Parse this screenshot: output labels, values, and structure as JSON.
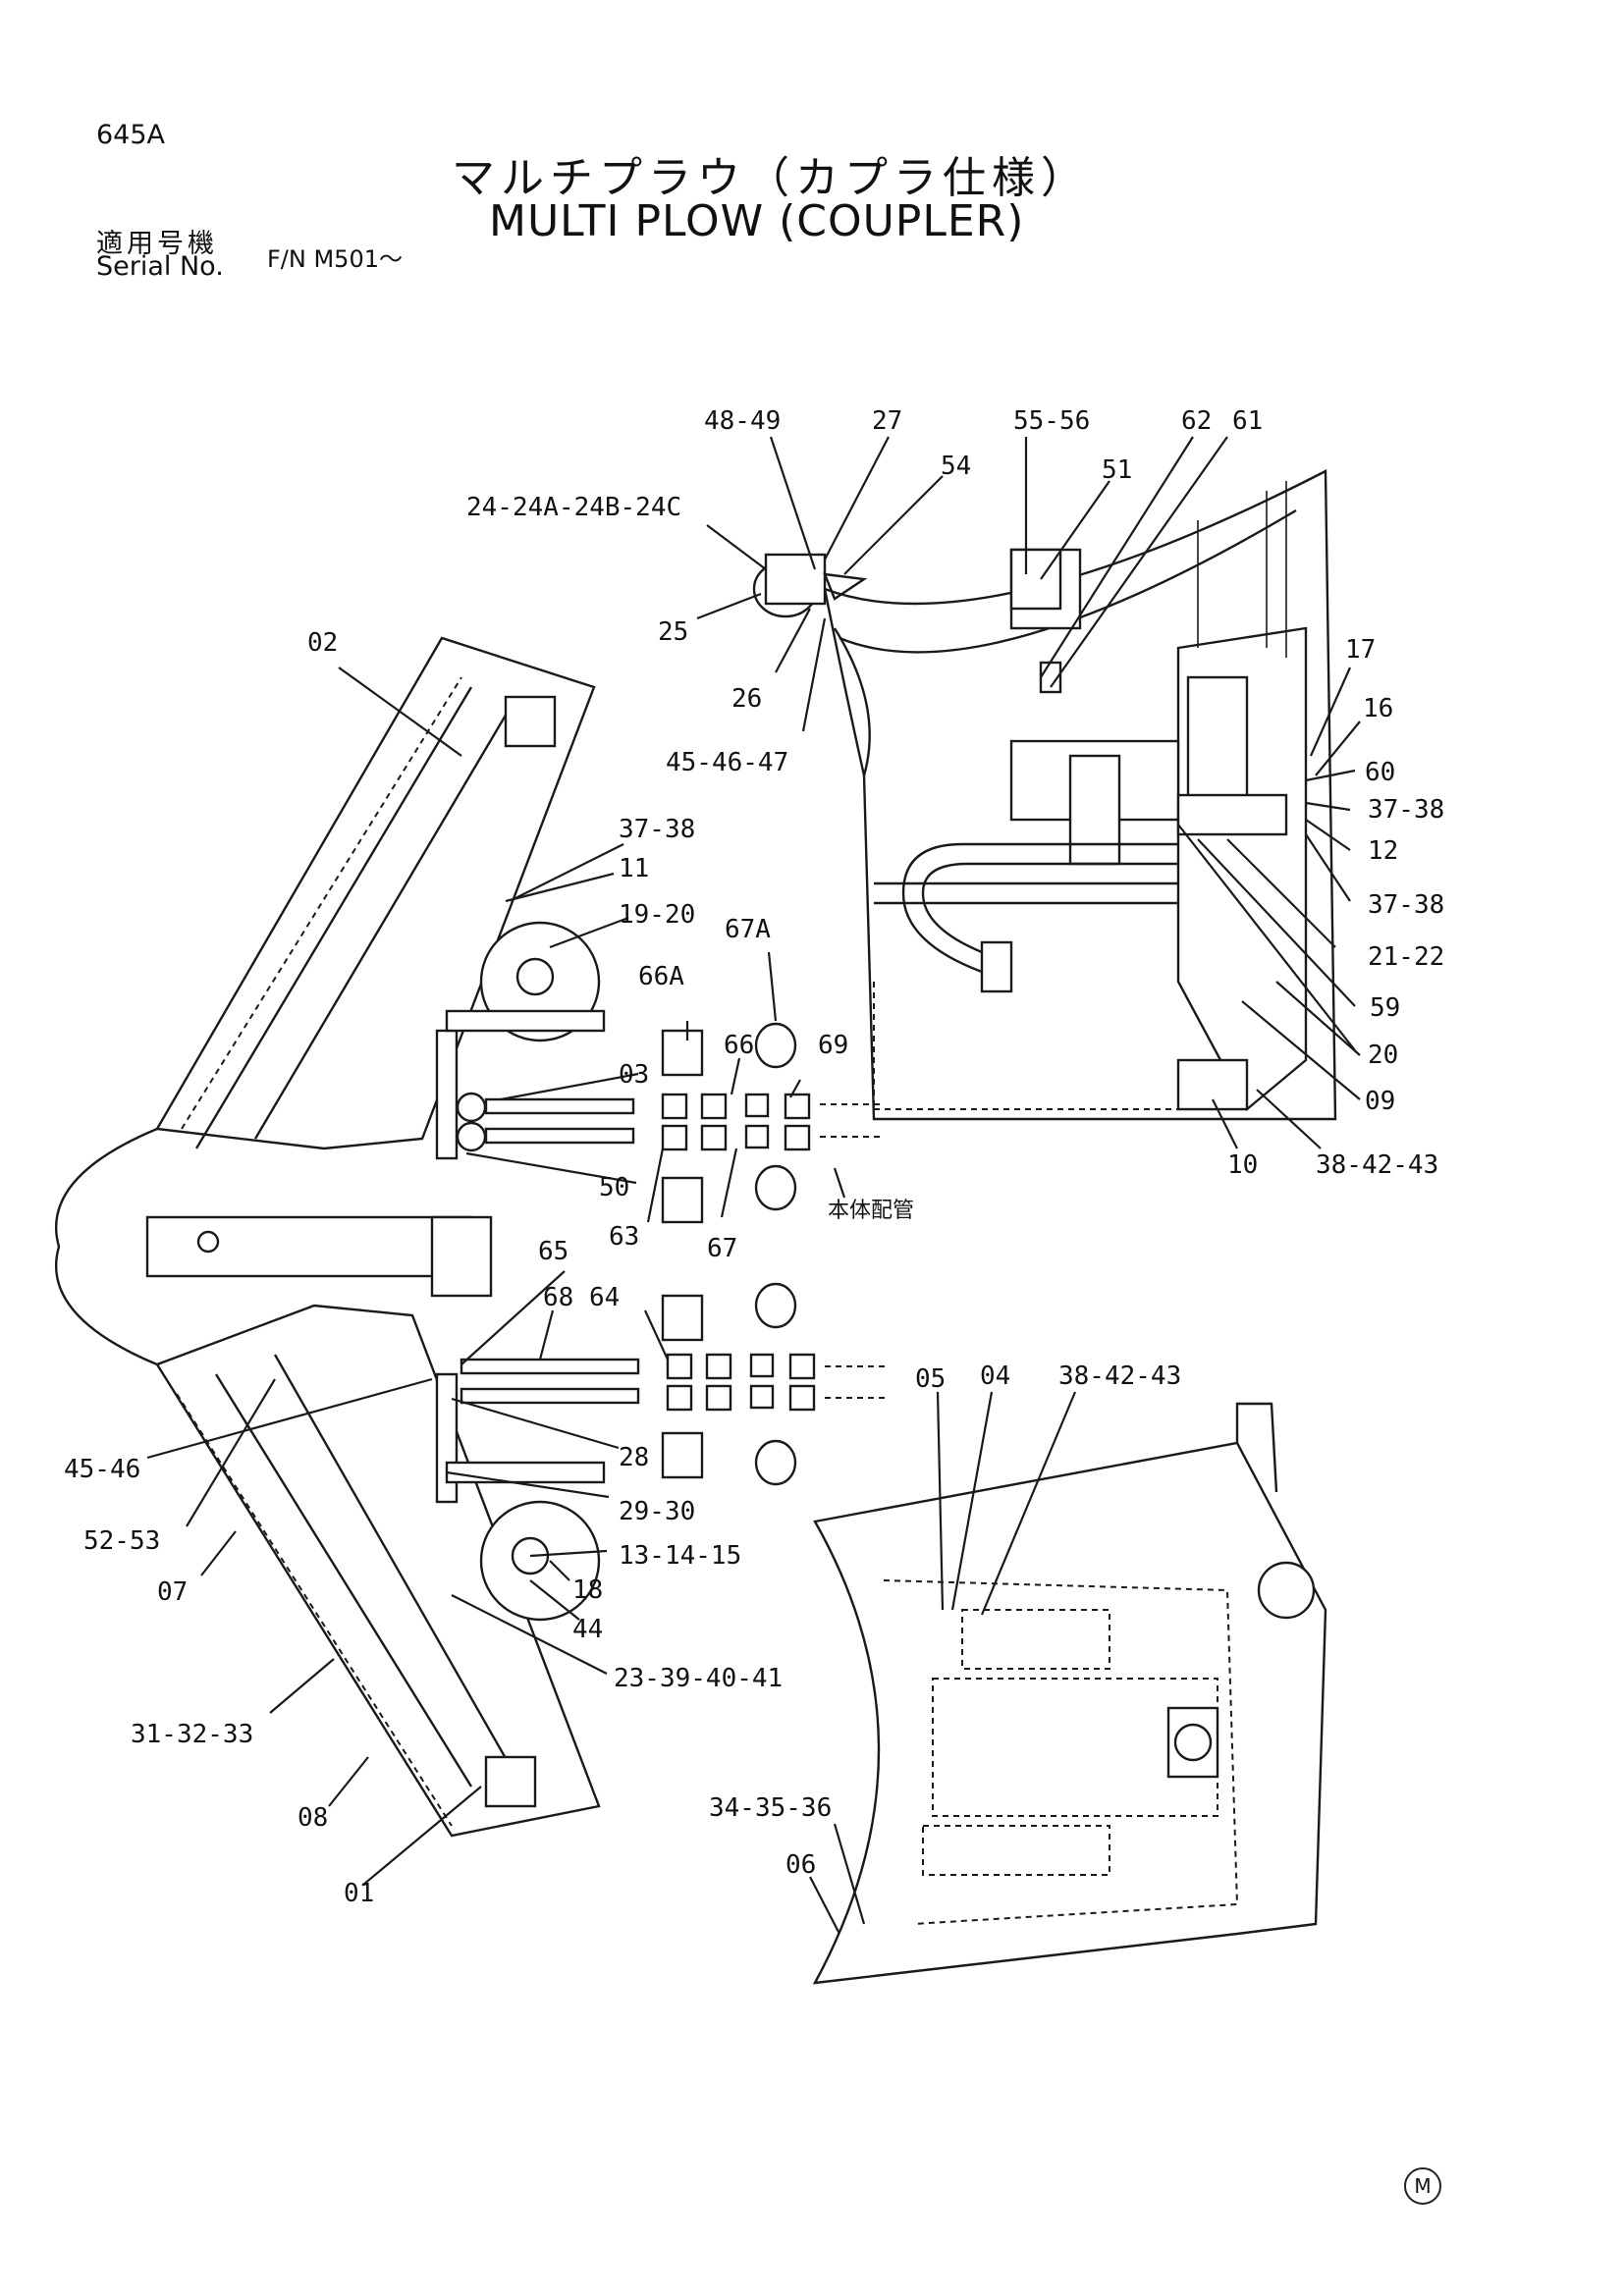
{
  "header": {
    "page_code": "645A",
    "title_jp": "マルチプラウ（カプラ仕様）",
    "title_en": "MULTI PLOW (COUPLER)",
    "serial_label_jp": "適用号機",
    "serial_label_en": "Serial No.",
    "serial_value": "F/N M501～"
  },
  "callouts": {
    "c02": "02",
    "c01": "01",
    "c03": "03",
    "c04": "04",
    "c05": "05",
    "c06": "06",
    "c07": "07",
    "c08": "08",
    "c09": "09",
    "c10": "10",
    "c11": "11",
    "c12": "12",
    "c16": "16",
    "c17": "17",
    "c18": "18",
    "c20": "20",
    "c25": "25",
    "c26": "26",
    "c27": "27",
    "c28": "28",
    "c44": "44",
    "c50": "50",
    "c51": "51",
    "c54": "54",
    "c59": "59",
    "c60": "60",
    "c61": "61",
    "c62": "62",
    "c63": "63",
    "c64": "64",
    "c65": "65",
    "c66": "66",
    "c66A": "66A",
    "c67": "67",
    "c67A": "67A",
    "c68": "68",
    "c69": "69",
    "c48_49": "48-49",
    "c55_56": "55-56",
    "c24_set": "24-24A-24B-24C",
    "c45_46_47": "45-46-47",
    "c37_38_a": "37-38",
    "c37_38_b": "37-38",
    "c37_38_c": "37-38",
    "c19_20": "19-20",
    "c21_22": "21-22",
    "c38_42_43_a": "38-42-43",
    "c38_42_43_b": "38-42-43",
    "c45_46": "45-46",
    "c52_53": "52-53",
    "c29_30": "29-30",
    "c13_14_15": "13-14-15",
    "c23_39_40_41": "23-39-40-41",
    "c31_32_33": "31-32-33",
    "c34_35_36": "34-35-36",
    "body_piping_jp": "本体配管"
  },
  "footer": {
    "mark": "M"
  }
}
